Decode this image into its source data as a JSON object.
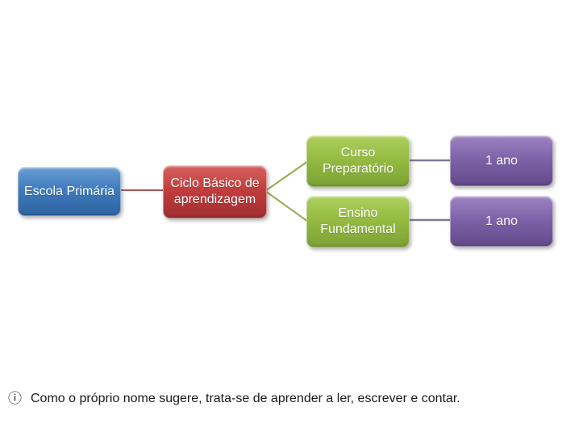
{
  "colors": {
    "blue-light": "#6a9fd4",
    "blue-mid": "#3e7abc",
    "blue-dark": "#2e62a0",
    "red-light": "#d4625e",
    "red-mid": "#c13c3d",
    "red-dark": "#a02e30",
    "green-light": "#aed05e",
    "green-mid": "#94ba41",
    "green-dark": "#7ba135",
    "purple-light": "#9d84c1",
    "purple-mid": "#7d61a7",
    "purple-dark": "#624a8b",
    "conn-red": "#a85658",
    "conn-olive": "#9aa950",
    "conn-purple": "#837896",
    "note-text": "#1a1a1a"
  },
  "diagram": {
    "nodes": [
      {
        "id": "escola-primaria",
        "label": "Escola Primária",
        "color": "blue"
      },
      {
        "id": "ciclo-basico",
        "label": "Ciclo Básico de aprendizagem",
        "color": "red"
      },
      {
        "id": "curso-preparatorio",
        "label": "Curso Preparatório",
        "color": "green"
      },
      {
        "id": "ensino-fundamental",
        "label": "Ensino Fundamental",
        "color": "green"
      },
      {
        "id": "curso-duracao",
        "label": "1 ano",
        "color": "purple"
      },
      {
        "id": "ensino-duracao",
        "label": "1 ano",
        "color": "purple"
      }
    ]
  },
  "note": {
    "bullet_icon": "ⓘ",
    "text": "Como o próprio nome sugere, trata-se de aprender a ler, escrever e contar."
  }
}
